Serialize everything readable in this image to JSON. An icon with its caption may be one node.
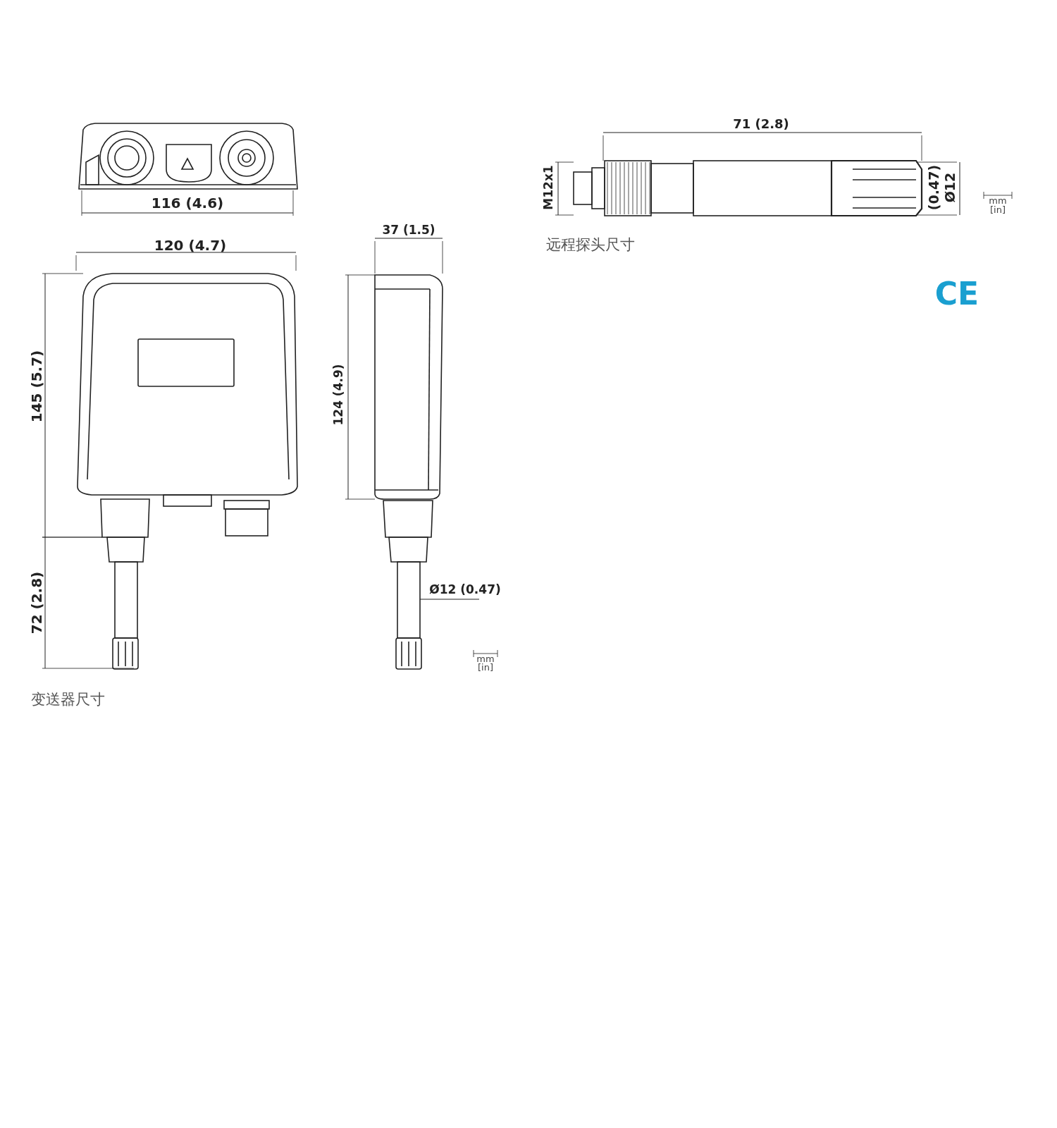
{
  "diagram": {
    "labels": [
      "116 (4.6)",
      "120 (4.7)",
      "145 (5.7)",
      "72 (2.8)",
      "37 (1.5)",
      "124 (4.9)",
      "Ø12 (0.47)",
      "mm",
      "[in]",
      "变送器尺寸",
      "71 (2.8)",
      "M12x1",
      "(0.47)",
      "Ø12",
      "mm",
      "[in]",
      "远程探头尺寸",
      "CE"
    ]
  }
}
